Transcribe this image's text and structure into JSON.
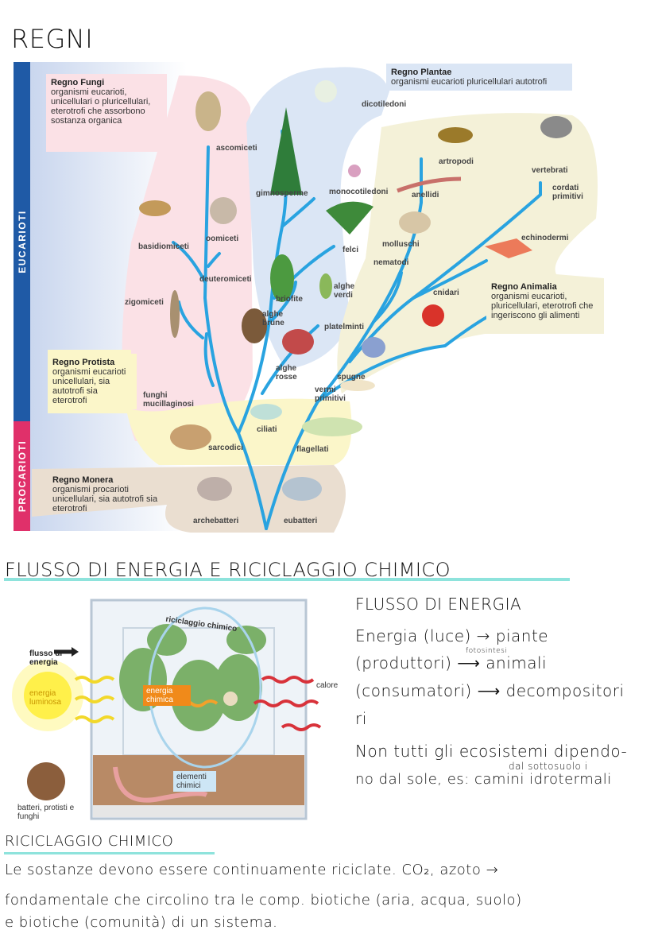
{
  "title": "REGNI",
  "tree": {
    "band_eucarioti": "EUCARIOTI",
    "band_procarioti": "PROCARIOTI",
    "fungi": {
      "name": "Regno Fungi",
      "desc": "organismi eucarioti, unicellulari o pluricellulari, eterotrofi che assorbono sostanza organica"
    },
    "plantae": {
      "name": "Regno Plantae",
      "desc": "organismi eucarioti pluricellulari autotrofi"
    },
    "animalia": {
      "name": "Regno Animalia",
      "desc": "organismi eucarioti, pluricellulari, eterotrofi che ingeriscono gli alimenti"
    },
    "protista": {
      "name": "Regno Protista",
      "desc": "organismi eucarioti unicellulari, sia autotrofi sia eterotrofi"
    },
    "monera": {
      "name": "Regno Monera",
      "desc": "organismi procarioti unicellulari, sia autotrofi sia eterotrofi"
    },
    "labels": [
      "ascomiceti",
      "basidiomiceti",
      "oomiceti",
      "deuteromiceti",
      "zigomiceti",
      "gimnosperme",
      "monocotiledoni",
      "dicotiledoni",
      "felci",
      "briofite",
      "alghe verdi",
      "alghe brune",
      "platelminti",
      "alghe rosse",
      "spugne",
      "vermi primitivi",
      "funghi mucillaginosi",
      "ciliati",
      "flagellati",
      "sarcodici",
      "archebatteri",
      "eubatteri",
      "artropodi",
      "vertebrati",
      "cordati primitivi",
      "anellidi",
      "molluschi",
      "nematodi",
      "cnidari",
      "echinodermi"
    ]
  },
  "section2_title": "FLUSSO DI ENERGIA E RICICLAGGIO CHIMICO",
  "terrarium": {
    "flusso": "flusso di energia",
    "luce": "energia luminosa",
    "chimica": "energia chimica",
    "riciclaggio": "riciclaggio chimico",
    "calore": "calore",
    "elementi": "elementi chimici",
    "decompositori": "batteri, protisti e funghi"
  },
  "notes": {
    "heading": "FLUSSO DI ENERGIA",
    "lines": [
      "Energia (luce) → piante",
      "(produttori) ⟶ animali",
      "(consumatori) ⟶ decompositori",
      "ri",
      "Non tutti gli ecosistemi dipendo-",
      "no dal sole, es: camini idrotermali"
    ],
    "arrow_note": "fotosintesi",
    "insert_note": "dal sottosuolo i"
  },
  "riciclaggio": {
    "heading": "RICICLAGGIO CHIMICO",
    "lines": [
      "Le sostanze devono essere continuamente riciclate. CO₂, azoto →",
      "fondamentale che circolino tra le comp. biotiche (aria, acqua, suolo)",
      "e biotiche (comunità) di un sistema."
    ]
  },
  "colors": {
    "blue_band": "#1f5aa6",
    "pink_band": "#e0306a",
    "branch": "#29a3e0",
    "teal": "#8ee3dc"
  }
}
